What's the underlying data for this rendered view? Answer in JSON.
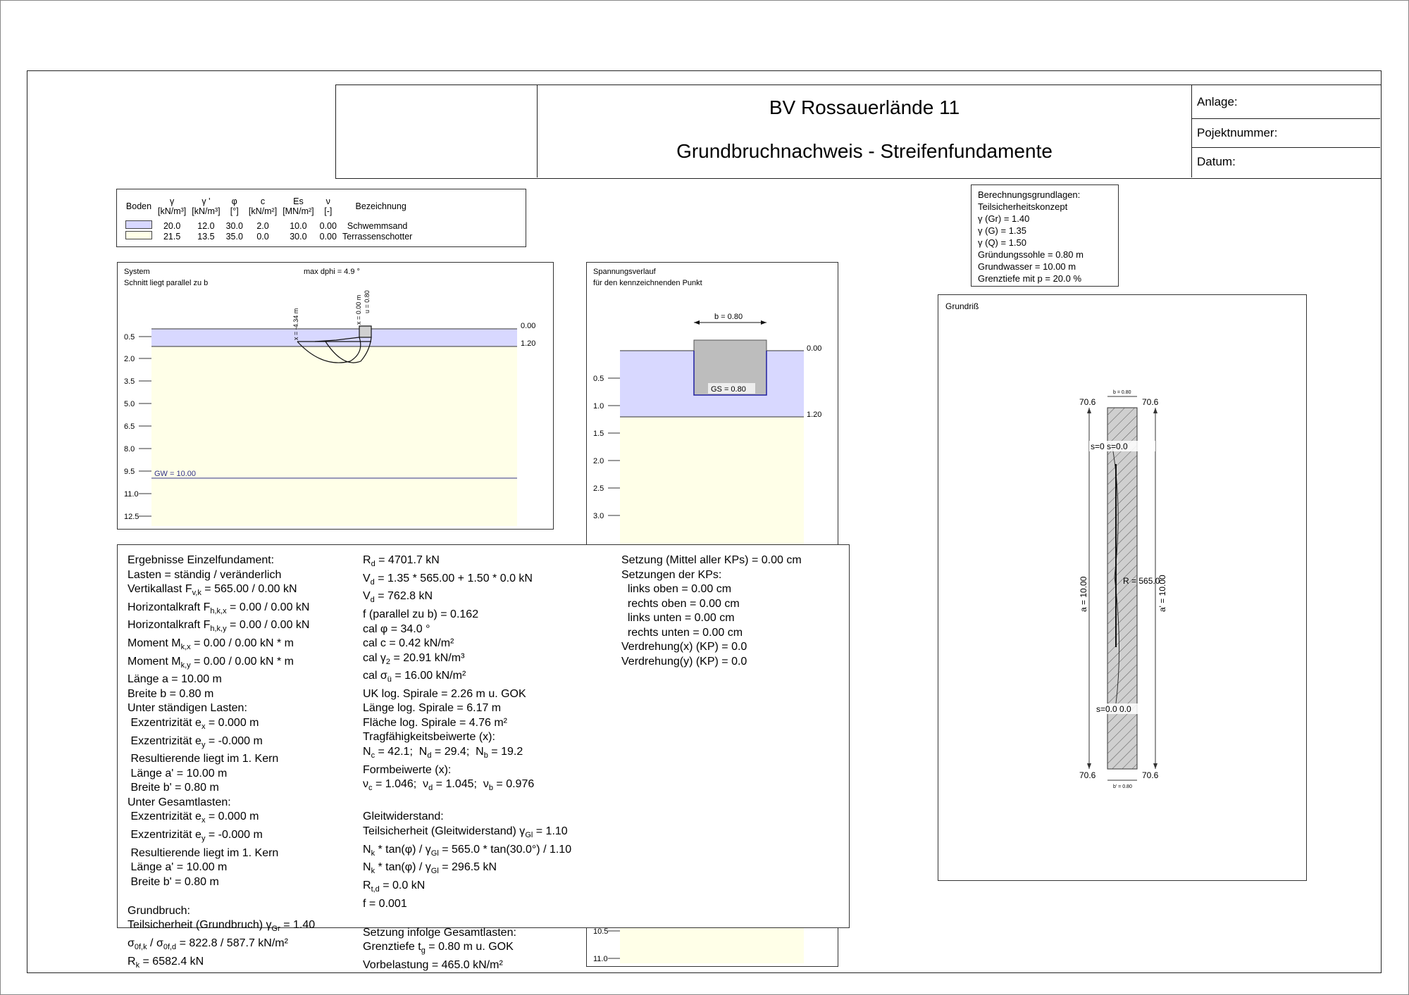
{
  "header": {
    "project": "BV Rossauerlände 11",
    "subtitle": "Grundbruchnachweis - Streifenfundamente",
    "fields": [
      "Anlage:",
      "Pojektnummer:",
      "Datum:"
    ]
  },
  "soil_table": {
    "headers": {
      "boden": "Boden",
      "gamma": "γ",
      "gamma_unit": "[kN/m³]",
      "gamma_p": "γ '",
      "gamma_p_unit": "[kN/m³]",
      "phi": "φ",
      "phi_unit": "[°]",
      "c": "c",
      "c_unit": "[kN/m²]",
      "es": "Es",
      "es_unit": "[MN/m²]",
      "nu": "ν",
      "nu_unit": "[-]",
      "name": "Bezeichnung"
    },
    "rows": [
      {
        "color": "#d8d8ff",
        "gamma": "20.0",
        "gamma_p": "12.0",
        "phi": "30.0",
        "c": "2.0",
        "es": "10.0",
        "nu": "0.00",
        "name": "Schwemmsand"
      },
      {
        "color": "#ffffe8",
        "gamma": "21.5",
        "gamma_p": "13.5",
        "phi": "35.0",
        "c": "0.0",
        "es": "30.0",
        "nu": "0.00",
        "name": "Terrassenschotter"
      }
    ]
  },
  "basis": {
    "lines": [
      "Berechnungsgrundlagen:",
      "Teilsicherheitskonzept",
      "γ (Gr) = 1.40",
      "γ (G) = 1.35",
      "γ (Q) = 1.50",
      "Gründungssohle = 0.80 m",
      "Grundwasser = 10.00 m",
      "Grenztiefe mit p = 20.0 %"
    ]
  },
  "system_panel": {
    "title": "System",
    "subtitle": "Schnitt liegt parallel zu b",
    "dphi": "max dphi = 4.9 °",
    "ticks": [
      "0.5",
      "2.0",
      "3.5",
      "5.0",
      "6.5",
      "8.0",
      "9.5",
      "11.0",
      "12.5"
    ],
    "level_top": "0.00",
    "level_layer": "1.20",
    "gw": "GW = 10.00",
    "x_label": "x = -4.34 m",
    "x2_label": "x = 0.00 m",
    "b_label": "u = 0.80"
  },
  "stress_panel": {
    "title": "Spannungsverlauf",
    "subtitle": "für den kennzeichnenden Punkt",
    "b_label": "b = 0.80",
    "gs_label": "GS = 0.80",
    "level_top": "0.00",
    "level_layer": "1.20",
    "ticks": [
      "0.5",
      "1.0",
      "1.5",
      "2.0",
      "2.5",
      "3.0"
    ],
    "ticks_bottom": [
      "10.5",
      "11.0"
    ]
  },
  "plan_panel": {
    "title": "Grundriß",
    "corner_tl": "70.6",
    "corner_tr": "70.6",
    "corner_bl": "70.6",
    "corner_br": "70.6",
    "top_s": "s=0 s=0.0",
    "bottom_s": "s=0.0 0.0",
    "load": "R = 565.0",
    "a_label": "a = 10.00",
    "a2_label": "a' = 10.00",
    "b_top": "b = 0.80",
    "b_bottom": "b' = 0.80"
  },
  "results": {
    "col1": [
      "Ergebnisse Einzelfundament:",
      "Lasten = ständig / veränderlich",
      "Vertikallast F<sub>v,k</sub> = 565.00 / 0.00 kN",
      "Horizontalkraft F<sub>h,k,x</sub> = 0.00 / 0.00 kN",
      "Horizontalkraft F<sub>h,k,y</sub> = 0.00 / 0.00 kN",
      "Moment M<sub>k,x</sub> = 0.00 / 0.00 kN * m",
      "Moment M<sub>k,y</sub> = 0.00 / 0.00 kN * m",
      "Länge a = 10.00 m",
      "Breite b = 0.80 m",
      "Unter ständigen Lasten:",
      "&nbsp;Exzentrizität e<sub>x</sub> = 0.000 m",
      "&nbsp;Exzentrizität e<sub>y</sub> = -0.000 m",
      "&nbsp;Resultierende liegt im 1. Kern",
      "&nbsp;Länge a' = 10.00 m",
      "&nbsp;Breite b' = 0.80 m",
      "Unter Gesamtlasten:",
      "&nbsp;Exzentrizität e<sub>x</sub> = 0.000 m",
      "&nbsp;Exzentrizität e<sub>y</sub> = -0.000 m",
      "&nbsp;Resultierende liegt im 1. Kern",
      "&nbsp;Länge a' = 10.00 m",
      "&nbsp;Breite b' = 0.80 m",
      "&nbsp;",
      "Grundbruch:",
      "Teilsicherheit (Grundbruch) γ<sub>Gr</sub> = 1.40",
      "σ<sub>0f,k</sub> / σ<sub>0f,d</sub> = 822.8 / 587.7 kN/m²",
      "R<sub>k</sub> = 6582.4 kN"
    ],
    "col2": [
      "R<sub>d</sub> = 4701.7 kN",
      "V<sub>d</sub> = 1.35 * 565.00 + 1.50 * 0.0 kN",
      "V<sub>d</sub> = 762.8 kN",
      "f (parallel zu b) = 0.162",
      "cal φ = 34.0 °",
      "cal c = 0.42 kN/m²",
      "cal γ<sub>2</sub> = 20.91 kN/m³",
      "cal σ<sub>ü</sub> = 16.00 kN/m²",
      "UK log. Spirale = 2.26 m u. GOK",
      "Länge log. Spirale = 6.17 m",
      "Fläche log. Spirale = 4.76 m²",
      "Tragfähigkeitsbeiwerte (x):",
      "N<sub>c</sub> = 42.1;&nbsp; N<sub>d</sub> = 29.4;&nbsp; N<sub>b</sub> = 19.2",
      "Formbeiwerte (x):",
      "ν<sub>c</sub> = 1.046;&nbsp; ν<sub>d</sub> = 1.045;&nbsp; ν<sub>b</sub> = 0.976",
      "&nbsp;",
      "Gleitwiderstand:",
      "Teilsicherheit (Gleitwiderstand) γ<sub>Gl</sub> = 1.10",
      "N<sub>k</sub> * tan(φ) / γ<sub>Gl</sub> = 565.0 * tan(30.0°) / 1.10",
      "N<sub>k</sub> * tan(φ) / γ<sub>Gl</sub> = 296.5 kN",
      "R<sub>t,d</sub> = 0.0 kN",
      "f = 0.001",
      "&nbsp;",
      "Setzung infolge Gesamtlasten:",
      "Grenztiefe t<sub>g</sub> = 0.80 m u. GOK",
      "Vorbelastung = 465.0 kN/m²"
    ],
    "col3": [
      "Setzung (Mittel aller KPs) = 0.00 cm",
      "Setzungen der KPs:",
      "&nbsp;&nbsp;links oben = 0.00 cm",
      "&nbsp;&nbsp;rechts oben = 0.00 cm",
      "&nbsp;&nbsp;links unten = 0.00 cm",
      "&nbsp;&nbsp;rechts unten = 0.00 cm",
      "Verdrehung(x) (KP) = 0.0",
      "Verdrehung(y) (KP) = 0.0"
    ]
  }
}
